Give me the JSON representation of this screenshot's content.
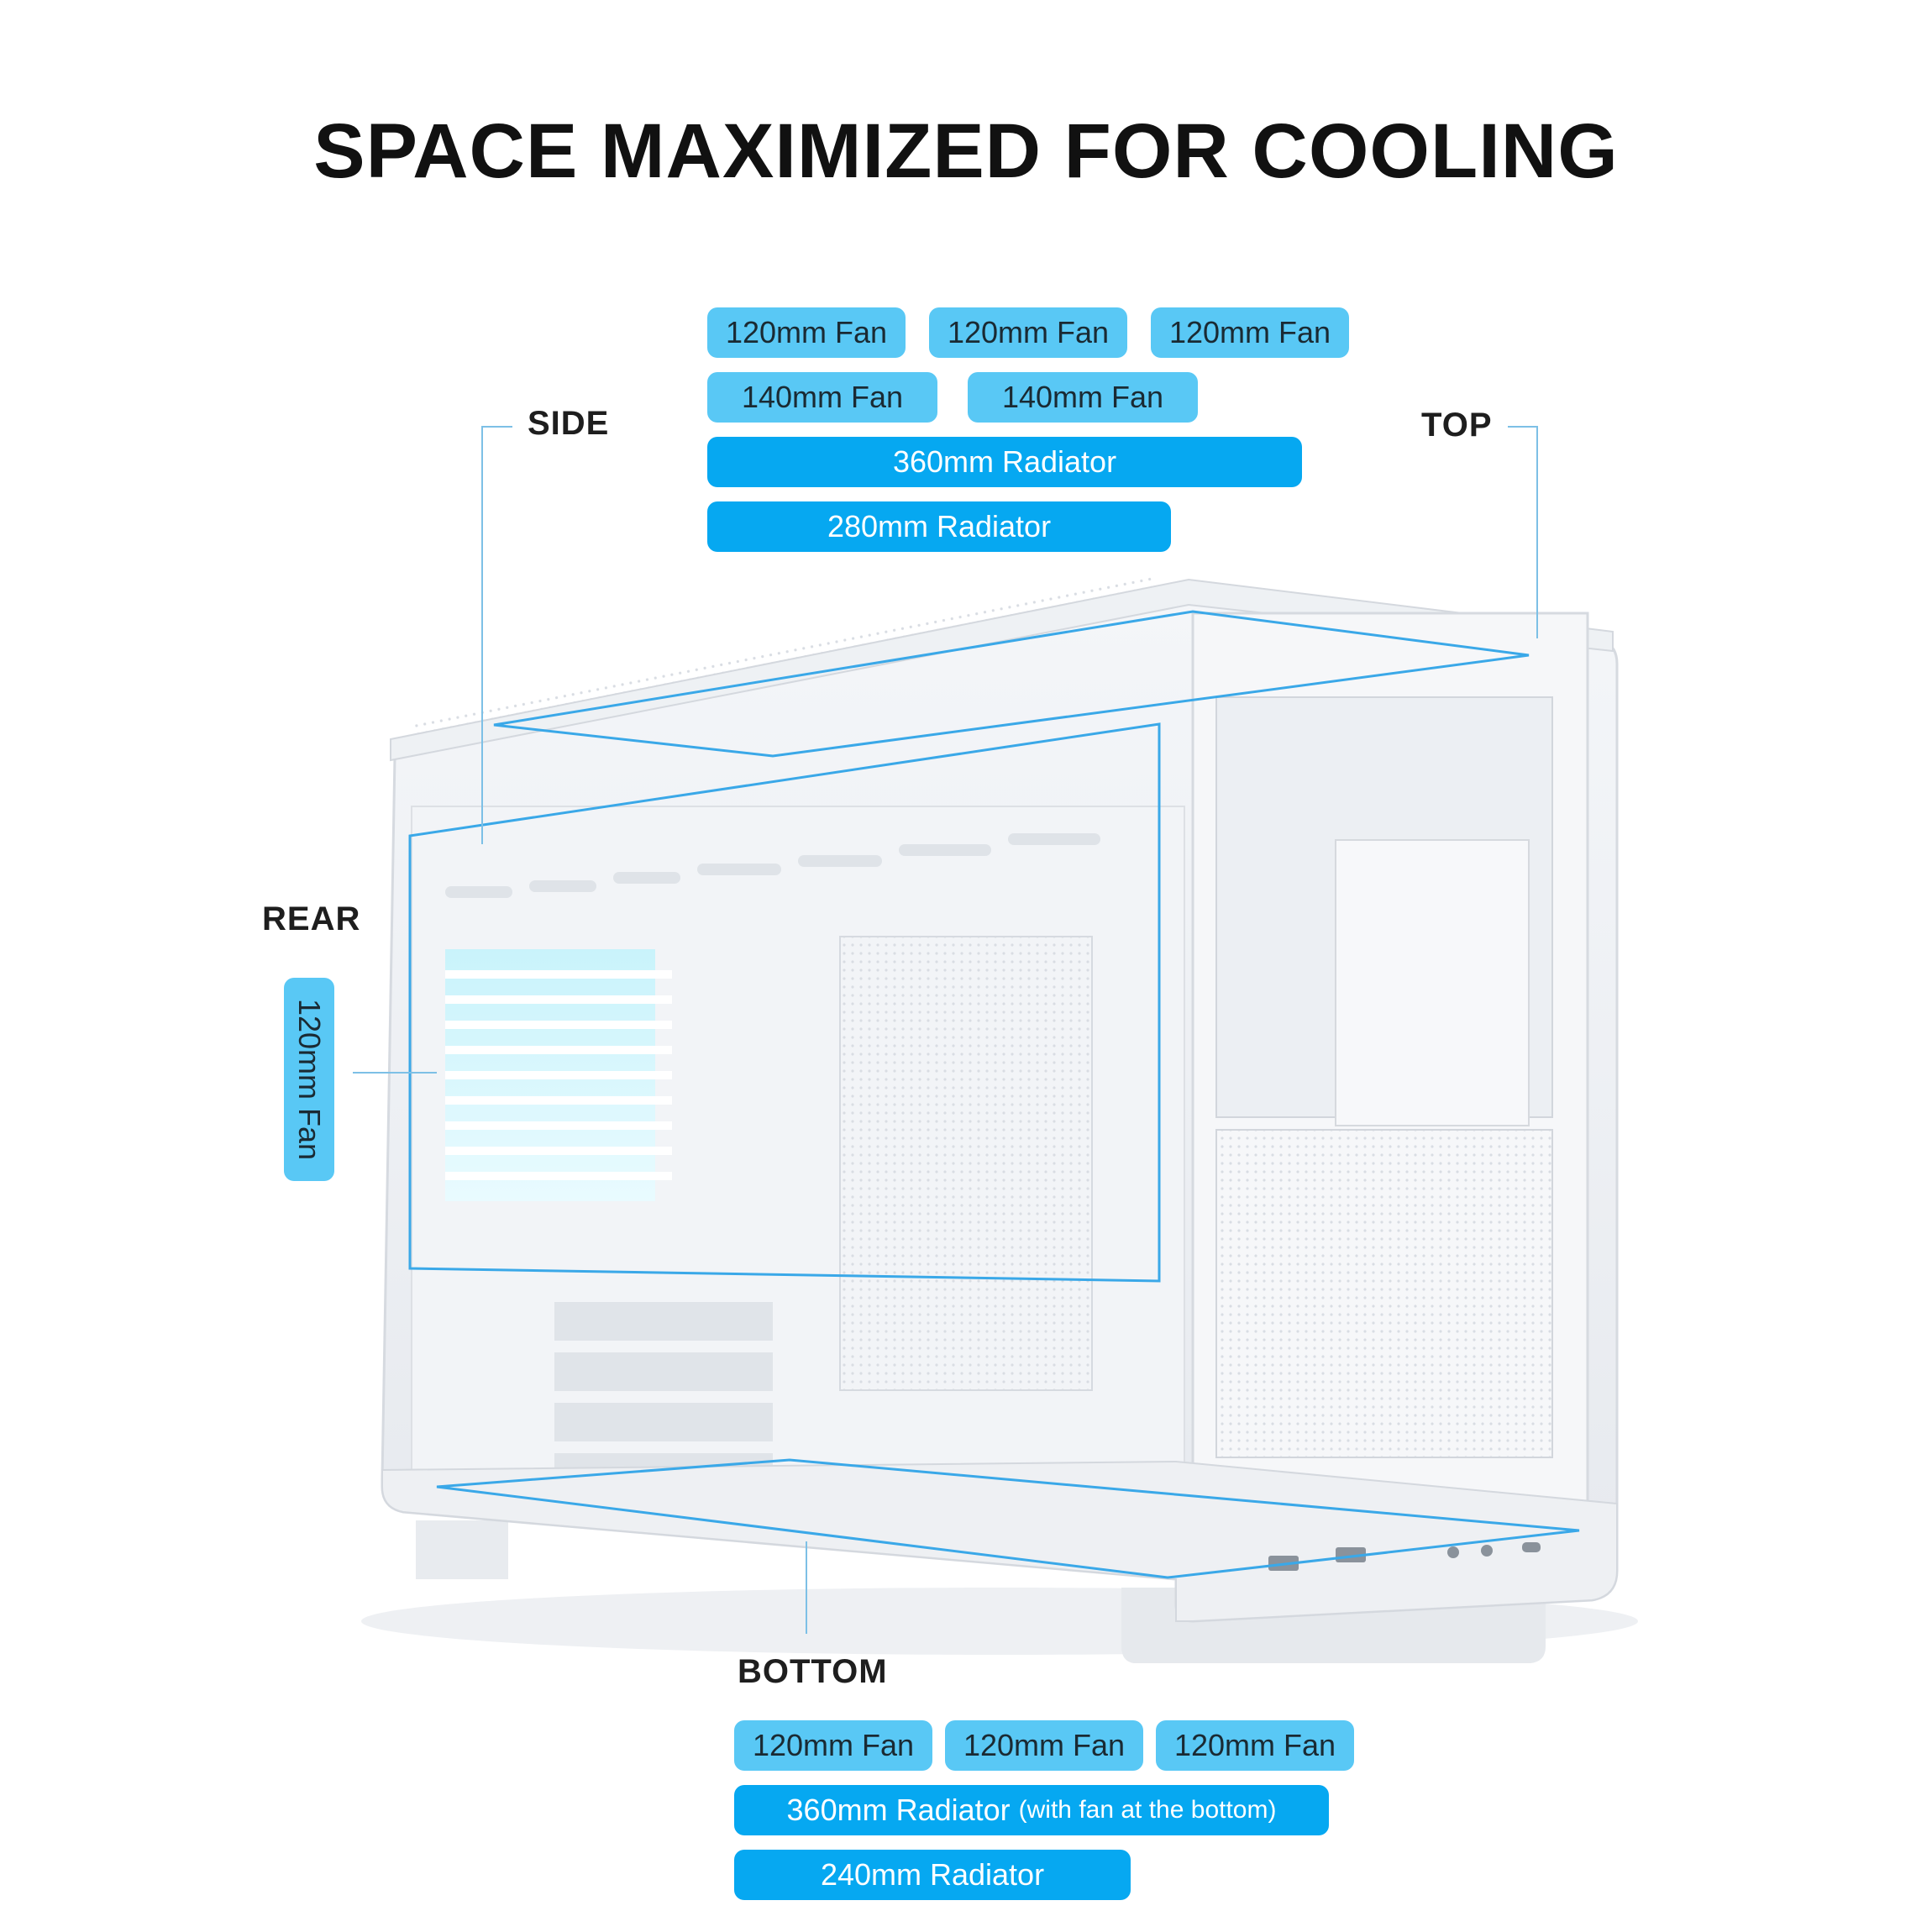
{
  "title": "SPACE MAXIMIZED FOR COOLING",
  "labels": {
    "side": "SIDE",
    "top": "TOP",
    "rear": "REAR",
    "bottom": "BOTTOM"
  },
  "side_top_options": [
    {
      "label": "120mm Fan"
    },
    {
      "label": "120mm Fan"
    },
    {
      "label": "120mm Fan"
    },
    {
      "label": "140mm Fan"
    },
    {
      "label": "140mm Fan"
    },
    {
      "label": "360mm Radiator"
    },
    {
      "label": "280mm Radiator"
    }
  ],
  "rear_options": [
    {
      "label": "120mm Fan"
    }
  ],
  "bottom_options": [
    {
      "label": "120mm Fan"
    },
    {
      "label": "120mm Fan"
    },
    {
      "label": "120mm Fan"
    },
    {
      "label": "360mm Radiator",
      "note": "(with fan at the bottom)"
    },
    {
      "label": "240mm Radiator"
    }
  ],
  "colors": {
    "chip_light": "#59c8f5",
    "chip_dark": "#06a8f1",
    "outline": "#3aa8e8",
    "title": "#111111"
  }
}
